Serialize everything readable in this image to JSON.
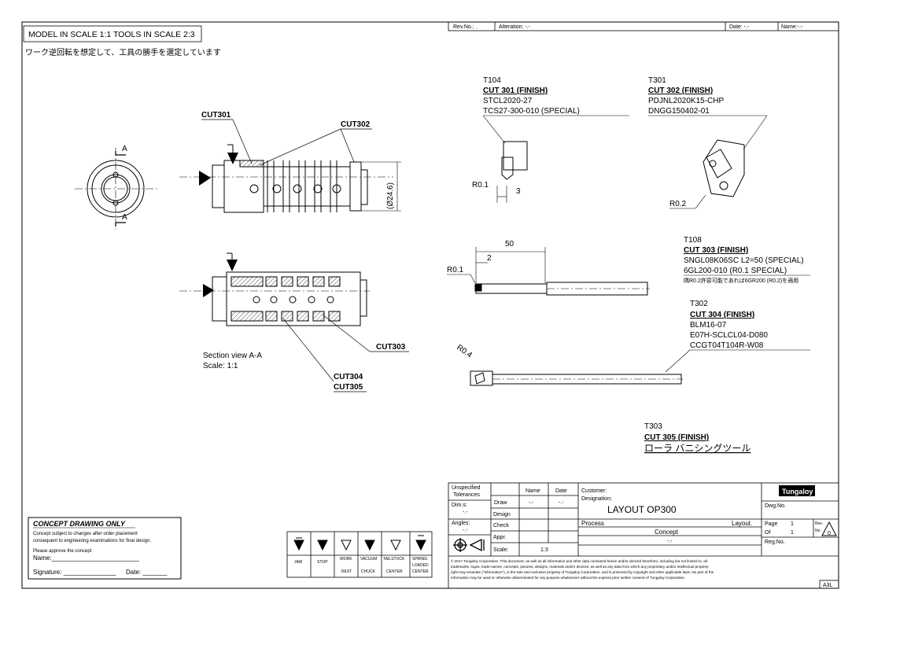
{
  "header": {
    "scale_note": "MODEL IN SCALE 1:1 TOOLS IN SCALE 2:3",
    "jp_note": "ワーク逆回転を想定して、工具の勝手を選定しています"
  },
  "revision_bar": {
    "rev_no": "Rev.No.:  .",
    "alteration": "Alteration:        -.-",
    "date": "Date: -.-",
    "name": "Name:-.-"
  },
  "part_drawing": {
    "cut301": "CUT301",
    "cut302": "CUT302",
    "cut303": "CUT303",
    "cut304": "CUT304",
    "cut305": "CUT305",
    "section_mark": "A",
    "diameter_dim": "(Ø24.6)",
    "section_title": "Section view A-A",
    "section_scale": "Scale:  1:1"
  },
  "tools": {
    "t104": {
      "id": "T104",
      "cut": "CUT 301 (FINISH)",
      "holder": "STCL2020-27",
      "insert": "TCS27-300-010 (SPECIAL)",
      "radius": "R0.1",
      "dim": "3"
    },
    "t301": {
      "id": "T301",
      "cut": "CUT 302 (FINISH)",
      "holder": "PDJNL2020K15-CHP",
      "insert": "DNGG150402-01",
      "radius": "R0.2"
    },
    "t108": {
      "id": "T108",
      "cut": "CUT 303 (FINISH)",
      "holder": "SNGL08K06SC L2=50 (SPECIAL)",
      "insert": "6GL200-010 (R0.1 SPECIAL)",
      "note": "隅R0.2許容可能であれば6GR200 (R0.2)を適用",
      "dim_length": "50",
      "dim_small": "2",
      "radius": "R0.1"
    },
    "t302": {
      "id": "T302",
      "cut": "CUT 304 (FINISH)",
      "line1": "BLM16-07",
      "line2": "E07H-SCLCL04-D080",
      "line3": "CCGT04T104R-W08",
      "radius": "R0.4"
    },
    "t303": {
      "id": "T303",
      "cut": "CUT 305 (FINISH)",
      "desc": "ローラ バニシングツール"
    }
  },
  "concept_box": {
    "title": "CONCEPT DRAWING ONLY",
    "line1": "Concept subject to changes after order placement",
    "line2": "consequent to engineering examinations for final design.",
    "line3": "Please approve the concept",
    "name": "Name:_________________________",
    "signature": "Signature: _______________",
    "date": "Date: _______"
  },
  "symbols": {
    "labels": [
      {
        "a": "JAW",
        "b": ""
      },
      {
        "a": "STOP",
        "b": ""
      },
      {
        "a": "WORK",
        "b": "REST"
      },
      {
        "a": "VACUUM",
        "b": "CHUCK"
      },
      {
        "a": "TAILSTOCK",
        "b": "CENTER"
      },
      {
        "a": "SPRING",
        "b": "LOADED",
        "c": "CENTER"
      }
    ]
  },
  "title_block": {
    "unspecified": "Unspecified",
    "tolerances": "Tolerances",
    "dims": "Dim.s:",
    "dims_val": "-.-",
    "angles": "Angles:",
    "angles_val": "-.-",
    "col_name": "Name",
    "col_date": "Date",
    "row_draw": "Draw",
    "row_design": "Design",
    "row_check": "Check",
    "row_appr": "Appr.",
    "draw_name": "-.-",
    "draw_date": "-.-",
    "scale_label": "Scale:",
    "scale_val": "1:3",
    "customer": "Customer:",
    "designation": "Designation:",
    "layout_title": "LAYOUT OP300",
    "process": "Process",
    "layout_short": "Layout.",
    "concept": "Concept",
    "dash": "-.-",
    "dwg_no": "Dwg.No.",
    "page": "Page",
    "page_val": "1",
    "of": "Of",
    "of_val": "1",
    "rev": "Rev.",
    "no": "No.",
    "rev_val": "0",
    "reg_no": "Reg.No.",
    "brand": "Tungaloy",
    "sheet_size": "A3L",
    "copyright1": "© 2017 Tungaloy Corporation. This document, as well as all information and other data contained herein and/or derived therefrom, including but not limited to, all",
    "copyright2": "trademarks, logos, trade-names, concepts, pictures, designs, materials and/or devices, as well as any data from which any proprietary and/or intellectual property",
    "copyright3": "right may emanate (\"Information\"), is the sole and exclusive property of Tungaloy Corporation. and is protected by copyright and other applicable laws. No part of the",
    "copyright4": "Information may be used or otherwise disseminated for any purpose whatsoever without the express prior written consent of Tungaloy Corporation."
  }
}
